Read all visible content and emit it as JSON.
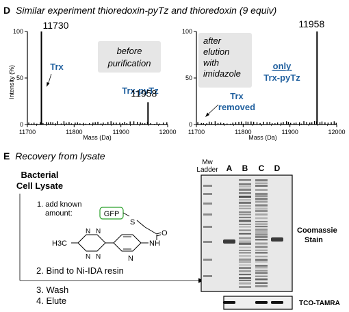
{
  "panel_d": {
    "letter": "D",
    "title": "Similar experiment thioredoxin-pyTz and thioredoxin (9 equiv)"
  },
  "chart_data": [
    {
      "type": "line",
      "title": "",
      "xlabel": "Mass (Da)",
      "ylabel": "Intensity (%)",
      "xlim": [
        11700,
        12000
      ],
      "ylim": [
        0,
        100
      ],
      "xticks": [
        "11700",
        "11800",
        "11900",
        "12000"
      ],
      "yticks": [
        "100",
        "50",
        "0"
      ],
      "peaks": [
        {
          "mass": 11730,
          "intensity": 100,
          "label": "11730"
        },
        {
          "mass": 11958,
          "intensity": 24,
          "label": "11958"
        }
      ],
      "annotations": {
        "box_lines": [
          "before",
          "purification"
        ],
        "trx": "Trx",
        "trx_pytz": "Trx-pyTz"
      }
    },
    {
      "type": "line",
      "title": "",
      "xlabel": "Mass (Da)",
      "ylabel": "",
      "xlim": [
        11700,
        12000
      ],
      "ylim": [
        0,
        100
      ],
      "xticks": [
        "11700",
        "11800",
        "11900",
        "12000"
      ],
      "yticks": [
        "100",
        "50",
        "0"
      ],
      "peaks": [
        {
          "mass": 11958,
          "intensity": 100,
          "label": "11958"
        }
      ],
      "annotations": {
        "box_lines": [
          "after",
          "elution",
          "with",
          "imidazole"
        ],
        "only_lines": [
          "only",
          "Trx-pyTz"
        ],
        "removed_lines": [
          "Trx",
          "removed"
        ]
      }
    }
  ],
  "panel_e": {
    "letter": "E",
    "title": "Recovery from lysate",
    "lysate_lines": [
      "Bacterial",
      "Cell Lysate"
    ],
    "step1_lines": [
      "1. add known",
      "amount:"
    ],
    "chem": {
      "gfp": "GFP",
      "s": "S",
      "o": "O",
      "nh": "NH",
      "n": "N",
      "h3c": "H3C"
    },
    "step2": "2. Bind to Ni-IDA resin",
    "step3": "3. Wash",
    "step4": "4. Elute"
  },
  "gel": {
    "ladder_lines": [
      "Mw",
      "Ladder"
    ],
    "lanes": [
      "A",
      "B",
      "C",
      "D"
    ],
    "coomassie_lines": [
      "Coomassie",
      "Stain"
    ],
    "tco_label": "TCO-TAMRA",
    "tco_presence": [
      1,
      0,
      1,
      1
    ]
  }
}
